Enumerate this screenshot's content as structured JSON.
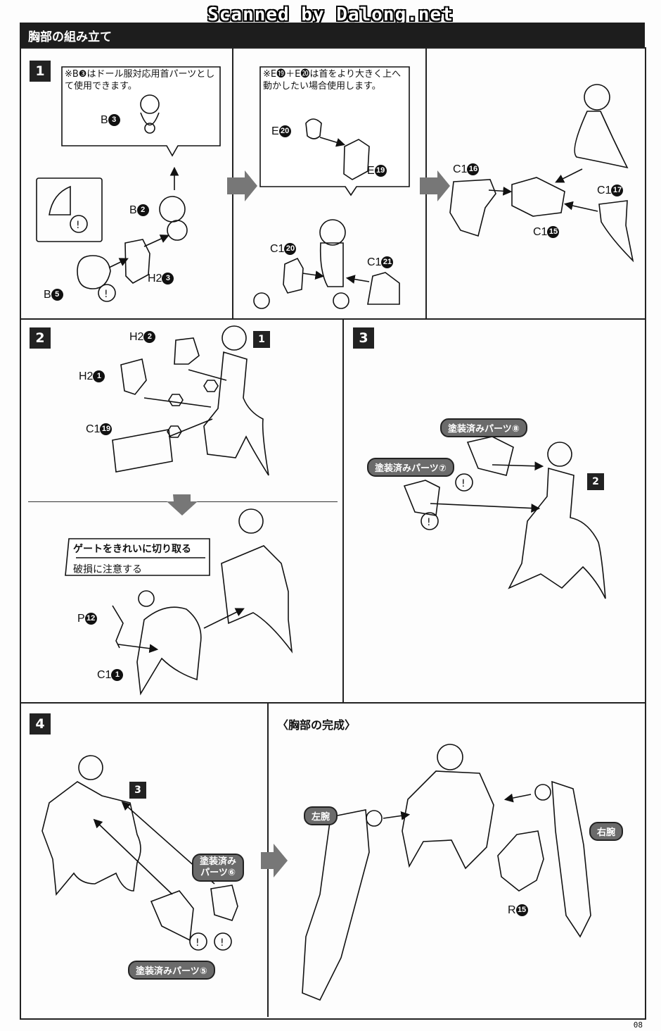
{
  "watermark": "Scanned by Dalong.net",
  "header": {
    "title": "胸部の組み立て"
  },
  "page_number": "08",
  "steps": [
    {
      "number": "1"
    },
    {
      "number": "2"
    },
    {
      "number": "3"
    },
    {
      "number": "4"
    }
  ],
  "step1": {
    "note_a": "※B❸はドール服対応用首パーツとして使用できます。",
    "note_b": "※E⓳＋E⓴は首をより大きく上へ動かしたい場合使用します。",
    "labels": {
      "b3": "B",
      "b3_num": "3",
      "b2": "B",
      "b2_num": "2",
      "h2_3": "H2",
      "h2_3_num": "3",
      "b5": "B",
      "b5_num": "5",
      "e20": "E",
      "e20_num": "20",
      "e19": "E",
      "e19_num": "19",
      "c1_20": "C1",
      "c1_20_num": "20",
      "c1_21": "C1",
      "c1_21_num": "21",
      "c1_16": "C1",
      "c1_16_num": "16",
      "c1_17": "C1",
      "c1_17_num": "17",
      "c1_15": "C1",
      "c1_15_num": "15"
    }
  },
  "step2": {
    "labels": {
      "h2_2": "H2",
      "h2_2_num": "2",
      "h2_1": "H2",
      "h2_1_num": "1",
      "c1_19": "C1",
      "c1_19_num": "19",
      "p12": "P",
      "p12_num": "12",
      "c1_1": "C1",
      "c1_1_num": "1",
      "ref": "1"
    },
    "note_line1": "ゲートをきれいに切り取る",
    "note_line2": "破損に注意する"
  },
  "step3": {
    "painted_8": "塗装済みパーツ⑧",
    "painted_7": "塗装済みパーツ⑦",
    "ref": "2"
  },
  "step4": {
    "painted_6_line1": "塗装済み",
    "painted_6_line2": "パーツ⑥",
    "painted_5": "塗装済みパーツ⑤",
    "ref": "3"
  },
  "complete": {
    "title": "〈胸部の完成〉",
    "left_arm": "左腕",
    "right_arm": "右腕",
    "r15": "R",
    "r15_num": "15"
  }
}
